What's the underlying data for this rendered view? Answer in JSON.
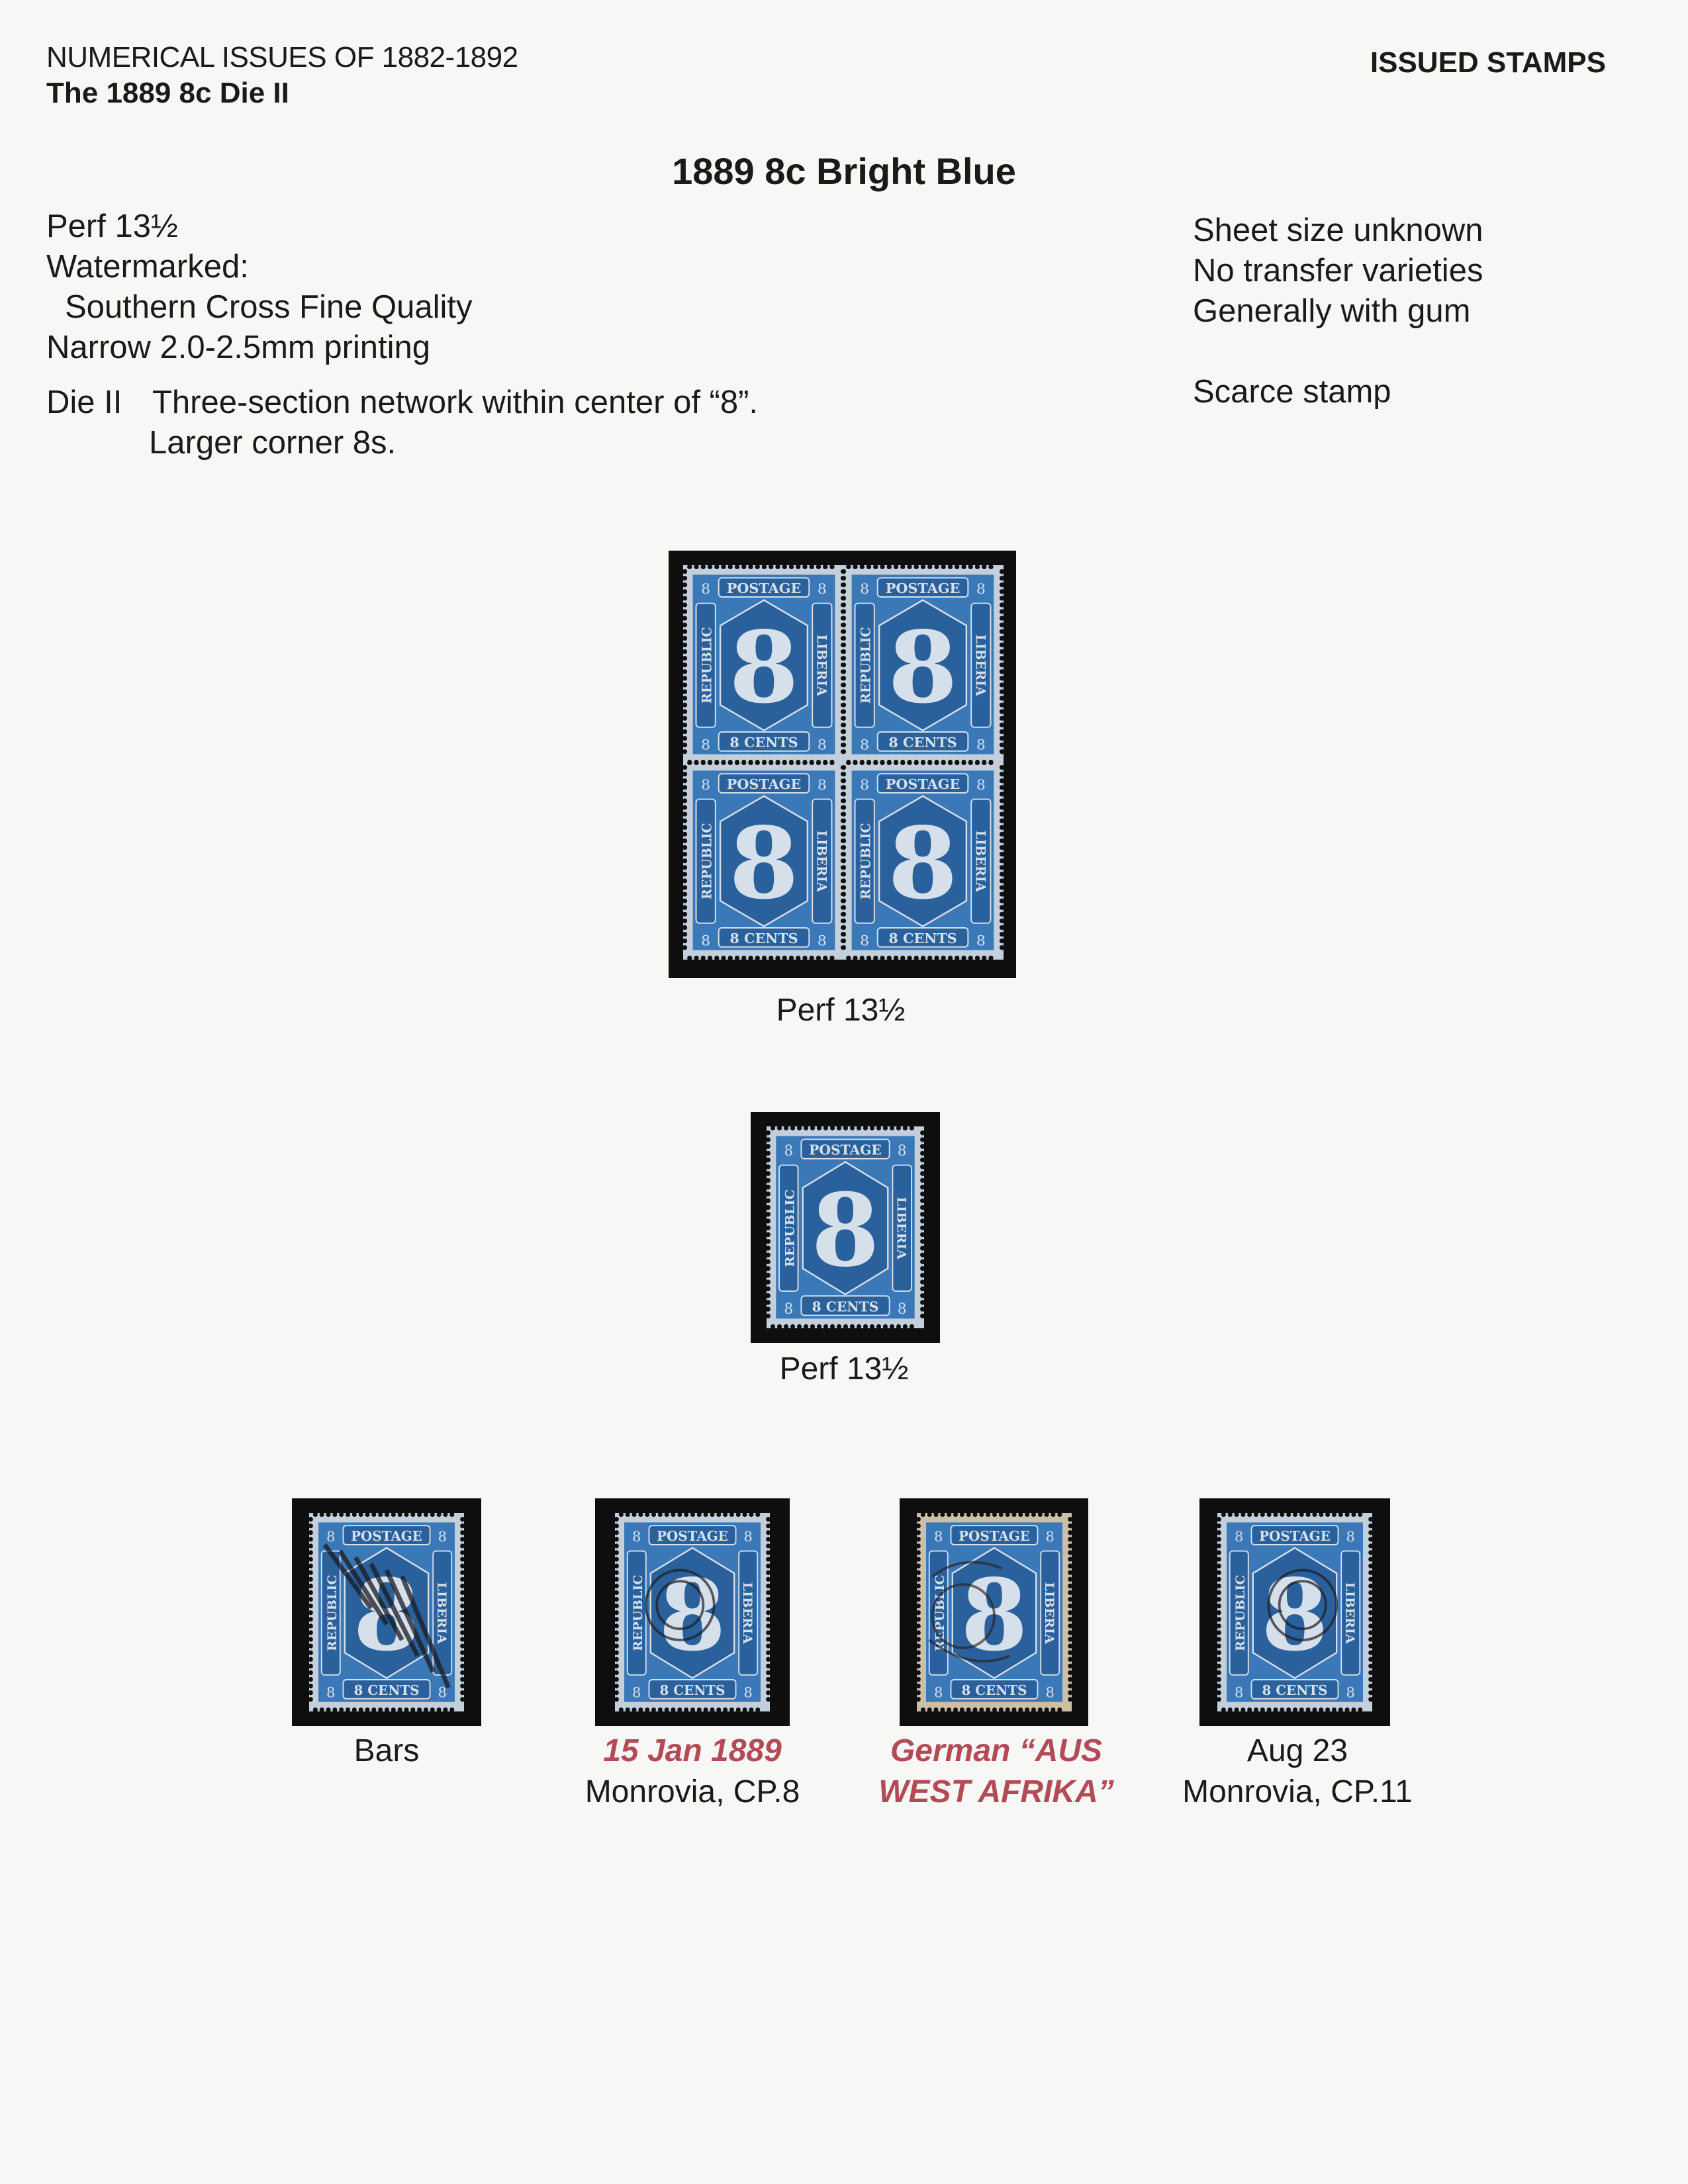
{
  "header": {
    "section": "NUMERICAL ISSUES OF 1882-1892",
    "subsection": "The 1889 8c Die II",
    "category": "ISSUED STAMPS"
  },
  "title": "1889 8c Bright Blue",
  "left_notes": {
    "perf": "Perf 13½",
    "watermark_label": "Watermarked:",
    "watermark_value": "Southern Cross Fine Quality",
    "printing": "Narrow 2.0-2.5mm printing",
    "die_label": "Die II",
    "die_line1": "Three-section network within center of “8”.",
    "die_line2": "Larger corner 8s."
  },
  "right_notes": {
    "line1": "Sheet size unknown",
    "line2": "No transfer varieties",
    "line3": "Generally with gum",
    "line4": "Scarce stamp"
  },
  "stamp_legends": {
    "top": "POSTAGE",
    "left": "REPUBLIC",
    "right": "LIBERIA",
    "bottom": "8 CENTS",
    "numeral": "8"
  },
  "colors": {
    "stamp_blue": "#3a78b8",
    "caption_red": "#b44a55",
    "mount": "#0e0e0e"
  },
  "exhibits": {
    "block": {
      "caption": "Perf 13½"
    },
    "single": {
      "caption": "Perf 13½"
    },
    "used": [
      {
        "line1": "Bars",
        "line2": "",
        "cancel": "bars"
      },
      {
        "line1": "15 Jan 1889",
        "line2": "Monrovia, CP.8",
        "cancel": "cds"
      },
      {
        "line1": "German “AUS",
        "line2": "WEST AFRIKA”",
        "cancel": "german"
      },
      {
        "line1": "Aug 23",
        "line2": "Monrovia, CP.11",
        "cancel": "cds2"
      }
    ]
  }
}
